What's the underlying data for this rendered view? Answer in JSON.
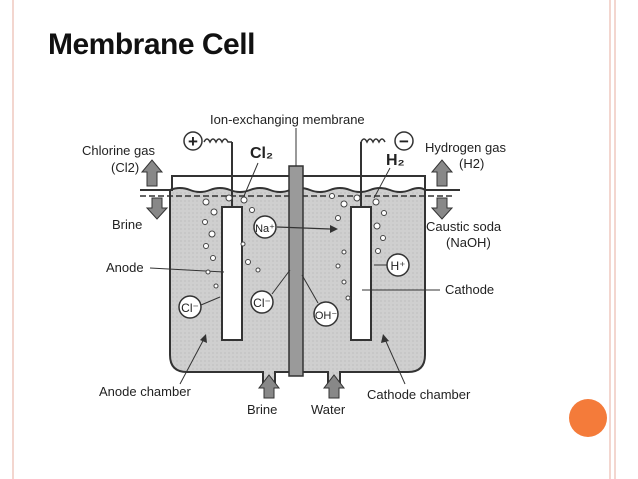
{
  "slide": {
    "title": "Membrane Cell",
    "accent_color": "#f47b3a",
    "border_color": "#f3d6cf"
  },
  "diagram": {
    "membrane_label": "Ion-exchanging membrane",
    "chlorine_gas_label": "Chlorine gas",
    "chlorine_formula": "(Cl2)",
    "cl2_label": "Cl₂",
    "h2_label": "H₂",
    "hydrogen_gas_label": "Hydrogen gas",
    "hydrogen_formula": "(H2)",
    "plus_sign": "+",
    "minus_sign": "−",
    "brine_out_label": "Brine",
    "caustic_soda_label": "Caustic soda",
    "naoh_label": "(NaOH)",
    "anode_label": "Anode",
    "cathode_label": "Cathode",
    "na_ion": "Na⁺",
    "h_ion": "H⁺",
    "cl_ion_left": "Cl⁻",
    "cl_ion_mid": "Cl⁻",
    "oh_ion": "OH⁻",
    "anode_chamber_label": "Anode chamber",
    "cathode_chamber_label": "Cathode chamber",
    "brine_in_label": "Brine",
    "water_in_label": "Water"
  }
}
